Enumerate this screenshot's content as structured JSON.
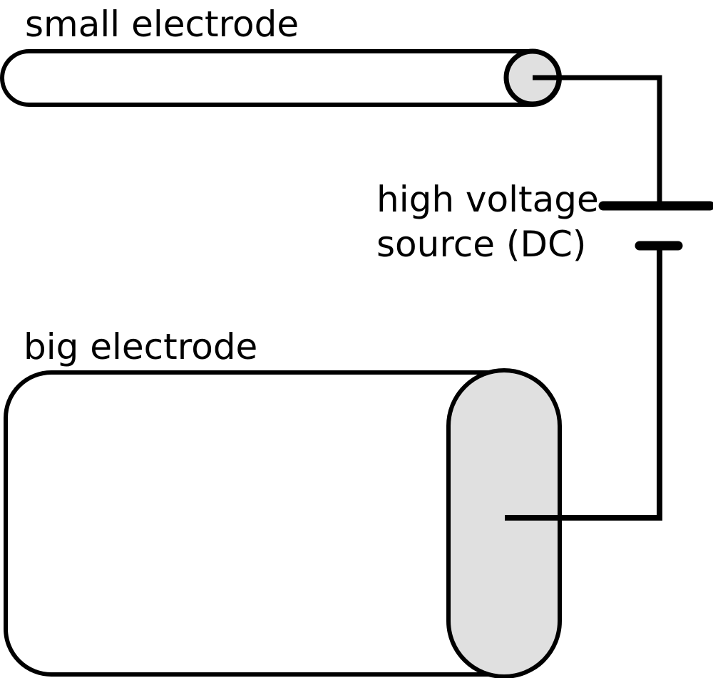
{
  "figure": {
    "background": "#ffffff",
    "line_color": "#000000",
    "electrode_fill": "#ffffff",
    "contact_fill": "#e0e0e0"
  },
  "labels": {
    "small_electrode": "small electrode",
    "big_electrode": "big electrode",
    "source_line1": "high voltage",
    "source_line2": "source (DC)"
  }
}
